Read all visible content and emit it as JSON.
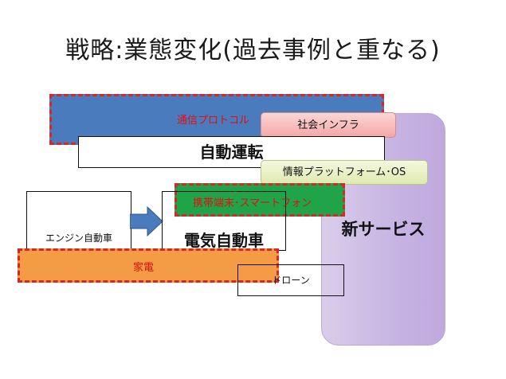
{
  "title": "戦略:業態変化(過去事例と重なる)",
  "blocks": {
    "protocol": "通信プロトコル",
    "social_infra": "社会インフラ",
    "autonomous_driving": "自動運転",
    "info_platform": "情報プラットフォーム･OS",
    "mobile": "携帯端末･スマートフォン",
    "engine_car": "エンジン自動車",
    "electric_car": "電気自動車",
    "appliances": "家電",
    "drone": "ドローン",
    "new_service": "新サービス"
  },
  "colors": {
    "protocol_fill": "#4a7bbd",
    "mobile_fill": "#1fa44a",
    "appliance_fill": "#f39b45",
    "dashed_border": "#d62828",
    "label_red": "#e01010",
    "new_service_fill": "#c7b4e3",
    "arrow_fill": "#4a7bbd"
  }
}
